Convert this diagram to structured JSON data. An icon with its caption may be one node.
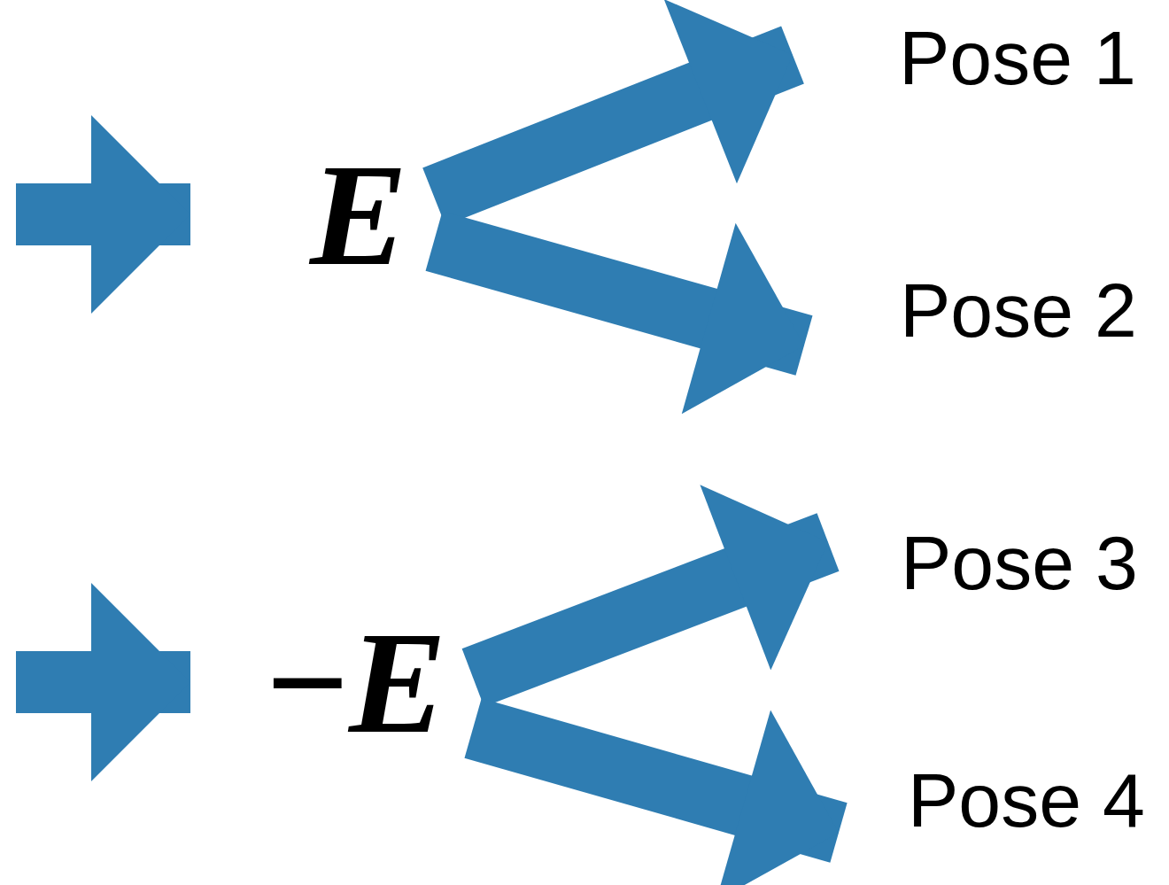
{
  "diagram": {
    "nodes": [
      {
        "text": [
          "E"
        ]
      },
      {
        "text": [
          "−*E*"
        ]
      },
      {
        "text": [
          "Pose 1"
        ]
      },
      {
        "text": [
          "Pose 2"
        ]
      },
      {
        "text": [
          "Pose 3"
        ]
      },
      {
        "text": [
          "Pose 4"
        ]
      }
    ],
    "edges": [
      {
        "from": null,
        "to": 0,
        "arrow": "to"
      },
      {
        "from": 0,
        "to": 2,
        "arrow": "to"
      },
      {
        "from": 0,
        "to": 3,
        "arrow": "to"
      },
      {
        "from": null,
        "to": 1,
        "arrow": "to"
      },
      {
        "from": 1,
        "to": 4,
        "arrow": "to"
      },
      {
        "from": 1,
        "to": 5,
        "arrow": "to"
      }
    ]
  }
}
